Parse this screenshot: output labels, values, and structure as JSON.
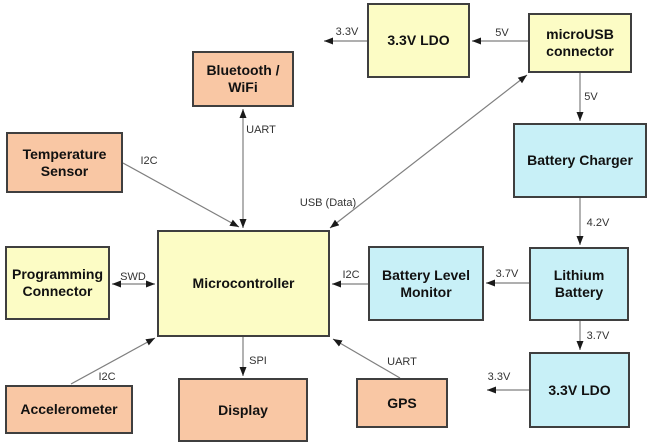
{
  "diagram": {
    "nodes": {
      "temperature_sensor": {
        "label": "Temperature Sensor"
      },
      "bluetooth_wifi": {
        "label": "Bluetooth / WiFi"
      },
      "ldo_top": {
        "label": "3.3V LDO"
      },
      "microusb_connector": {
        "label": "microUSB connector"
      },
      "battery_charger": {
        "label": "Battery Charger"
      },
      "programming_connector": {
        "label": "Programming Connector"
      },
      "microcontroller": {
        "label": "Microcontroller"
      },
      "battery_level_monitor": {
        "label": "Battery Level Monitor"
      },
      "lithium_battery": {
        "label": "Lithium Battery"
      },
      "accelerometer": {
        "label": "Accelerometer"
      },
      "display": {
        "label": "Display"
      },
      "gps": {
        "label": "GPS"
      },
      "ldo_bottom": {
        "label": "3.3V LDO"
      }
    },
    "edges": {
      "ldo_top_output": {
        "label": "3.3V"
      },
      "microusb_to_ldo": {
        "label": "5V"
      },
      "microusb_to_charger": {
        "label": "5V"
      },
      "bluetooth_uart": {
        "label": "UART"
      },
      "temperature_i2c": {
        "label": "I2C"
      },
      "usb_data": {
        "label": "USB (Data)"
      },
      "charger_to_battery": {
        "label": "4.2V"
      },
      "battery_to_monitor": {
        "label": "3.7V"
      },
      "monitor_i2c": {
        "label": "I2C"
      },
      "swd": {
        "label": "SWD"
      },
      "battery_to_ldo": {
        "label": "3.7V"
      },
      "spi": {
        "label": "SPI"
      },
      "gps_uart": {
        "label": "UART"
      },
      "accelerometer_i2c": {
        "label": "I2C"
      },
      "ldo_bottom_output": {
        "label": "3.3V"
      }
    },
    "colors": {
      "peripheral_fill": "#F9C7A4",
      "logic_fill": "#FCFCC5",
      "power_fill": "#C8F0F7",
      "box_border": "#3f3f3f",
      "connector_line": "#7f7f7f",
      "arrowhead": "#1a1a1a",
      "label_text": "#333333"
    }
  }
}
